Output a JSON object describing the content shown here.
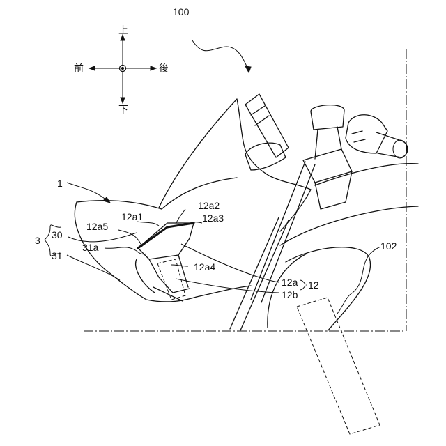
{
  "orientation": {
    "up": "上",
    "down": "下",
    "front": "前",
    "rear": "後"
  },
  "labels": {
    "ref_100": "100",
    "ref_1": "1",
    "ref_3": "3",
    "ref_30": "30",
    "ref_31": "31",
    "ref_31a": "31a",
    "ref_12a1": "12a1",
    "ref_12a2": "12a2",
    "ref_12a3": "12a3",
    "ref_12a4": "12a4",
    "ref_12a5": "12a5",
    "ref_12a": "12a",
    "ref_12b": "12b",
    "ref_12": "12",
    "ref_102": "102"
  }
}
